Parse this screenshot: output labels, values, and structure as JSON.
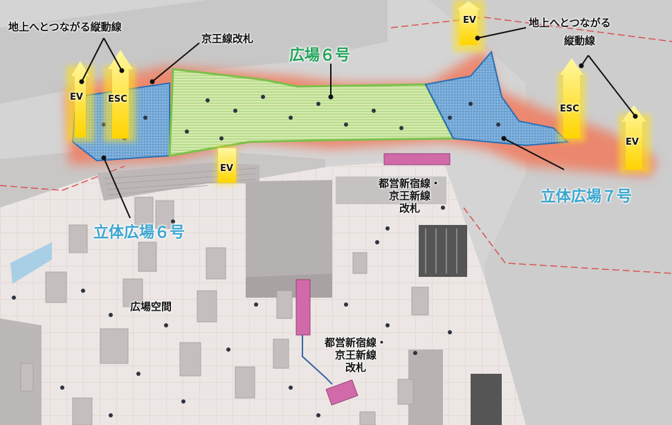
{
  "labels": {
    "top_left_vertical": "地上へとつながる縦動線",
    "keio_gate": "京王線改札",
    "plaza6": "広場６号",
    "top_right_vertical_1": "地上へとつながる",
    "top_right_vertical_2": "縦動線",
    "ev_top": "EV",
    "ev_left": "EV",
    "esc_left": "ESC",
    "ev_center": "EV",
    "esc_right": "ESC",
    "ev_right": "EV",
    "tiered_plaza6": "立体広場６号",
    "tiered_plaza7": "立体広場７号",
    "subway_gate_1_l1": "都営新宿線・",
    "subway_gate_1_l2": "京王新線",
    "subway_gate_1_l3": "改札",
    "subway_gate_2_l1": "都営新宿線・",
    "subway_gate_2_l2": "京王新線",
    "subway_gate_2_l3": "改札",
    "plaza_space": "広場空間"
  },
  "colors": {
    "orange_glow": "#f07b5e",
    "plaza_green": "#cfe6a8",
    "plaza_green_border": "#7cc04b",
    "tiered_blue": "#6fa8d6",
    "tiered_blue_border": "#2a6fb5",
    "arrow_yellow": "#ffe11a",
    "gate_pink": "#d16aa8",
    "text_green": "#23a35a",
    "text_blue": "#3aa6cf"
  }
}
